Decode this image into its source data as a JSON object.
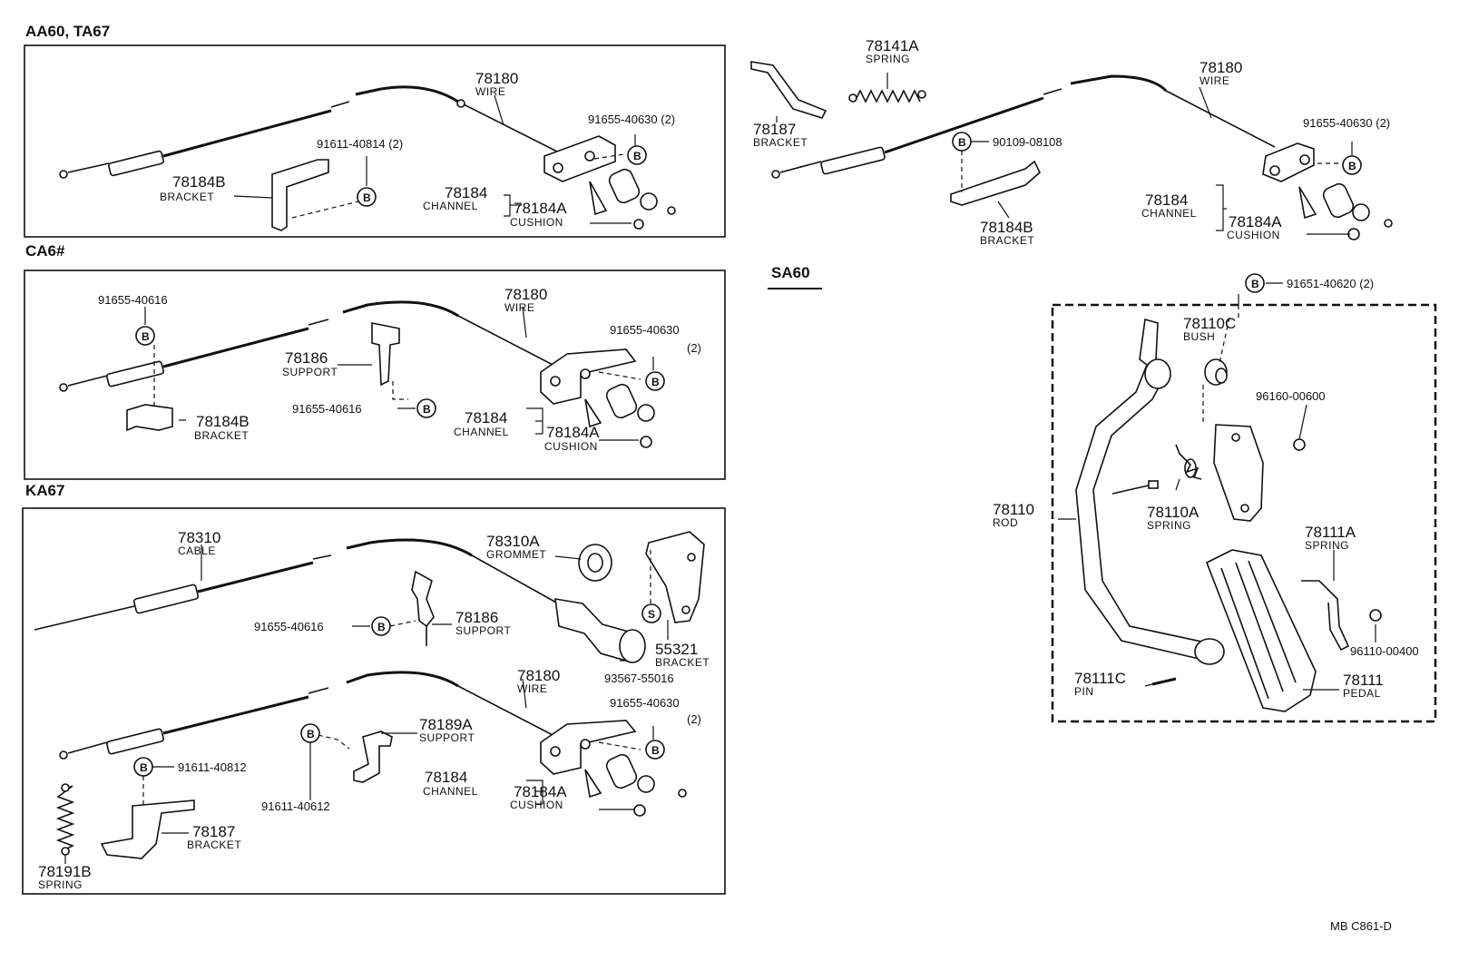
{
  "sections": {
    "aa60": "AA60, TA67",
    "ca6": "CA6#",
    "ka67": "KA67",
    "sa60": "SA60"
  },
  "bolt_symbol": "B",
  "stud_symbol": "S",
  "footer": "MB  C861-D",
  "parts": {
    "aa_wire_num": "78180",
    "aa_wire_name": "WIRE",
    "aa_clip_num": "91655-40630 (2)",
    "aa_bolt_num": "91611-40814 (2)",
    "aa_bracket_num": "78184B",
    "aa_bracket_name": "BRACKET",
    "aa_channel_num": "78184",
    "aa_channel_name": "CHANNEL",
    "aa_cushion_num": "78184A",
    "aa_cushion_name": "CUSHION",
    "ca_clip1_num": "91655-40616",
    "ca_wire_num": "78180",
    "ca_wire_name": "WIRE",
    "ca_clip2_num": "91655-40630",
    "ca_clip2_qty": "(2)",
    "ca_support_num": "78186",
    "ca_support_name": "SUPPORT",
    "ca_clip3_num": "91655-40616",
    "ca_bracket_num": "78184B",
    "ca_bracket_name": "BRACKET",
    "ca_channel_num": "78184",
    "ca_channel_name": "CHANNEL",
    "ca_cushion_num": "78184A",
    "ca_cushion_name": "CUSHION",
    "ka_cable_num": "78310",
    "ka_cable_name": "CABLE",
    "ka_grommet_num": "78310A",
    "ka_grommet_name": "GROMMET",
    "ka_clip1_num": "91655-40616",
    "ka_support_num": "78186",
    "ka_support_name": "SUPPORT",
    "ka_bracket2_num": "55321",
    "ka_bracket2_name": "BRACKET",
    "ka_knob_num": "93567-55016",
    "ka_wire_num": "78180",
    "ka_wire_name": "WIRE",
    "ka_clip2_num": "91655-40630",
    "ka_clip2_qty": "(2)",
    "ka_support2_num": "78189A",
    "ka_support2_name": "SUPPORT",
    "ka_bolt1_num": "91611-40812",
    "ka_bolt2_num": "91611-40612",
    "ka_channel_num": "78184",
    "ka_channel_name": "CHANNEL",
    "ka_cushion_num": "78184A",
    "ka_cushion_name": "CUSHION",
    "ka_bracket_num": "78187",
    "ka_bracket_name": "BRACKET",
    "ka_spring_num": "78191B",
    "ka_spring_name": "SPRING",
    "tr_spring_num": "78141A",
    "tr_spring_name": "SPRING",
    "tr_bracket_num": "78187",
    "tr_bracket_name": "BRACKET",
    "tr_wire_num": "78180",
    "tr_wire_name": "WIRE",
    "tr_clip_num": "91655-40630 (2)",
    "tr_bolt_num": "90109-08108",
    "tr_bracket2_num": "78184B",
    "tr_bracket2_name": "BRACKET",
    "tr_channel_num": "78184",
    "tr_channel_name": "CHANNEL",
    "tr_cushion_num": "78184A",
    "tr_cushion_name": "CUSHION",
    "sa_bolt_num": "91651-40620 (2)",
    "sa_bush_num": "78110C",
    "sa_bush_name": "BUSH",
    "sa_clip_num": "96160-00600",
    "sa_rod_num": "78110",
    "sa_rod_name": "ROD",
    "sa_spring_num": "78110A",
    "sa_spring_name": "SPRING",
    "sa_spring2_num": "78111A",
    "sa_spring2_name": "SPRING",
    "sa_clip2_num": "96110-00400",
    "sa_pin_num": "78111C",
    "sa_pin_name": "PIN",
    "sa_pedal_num": "78111",
    "sa_pedal_name": "PEDAL"
  }
}
